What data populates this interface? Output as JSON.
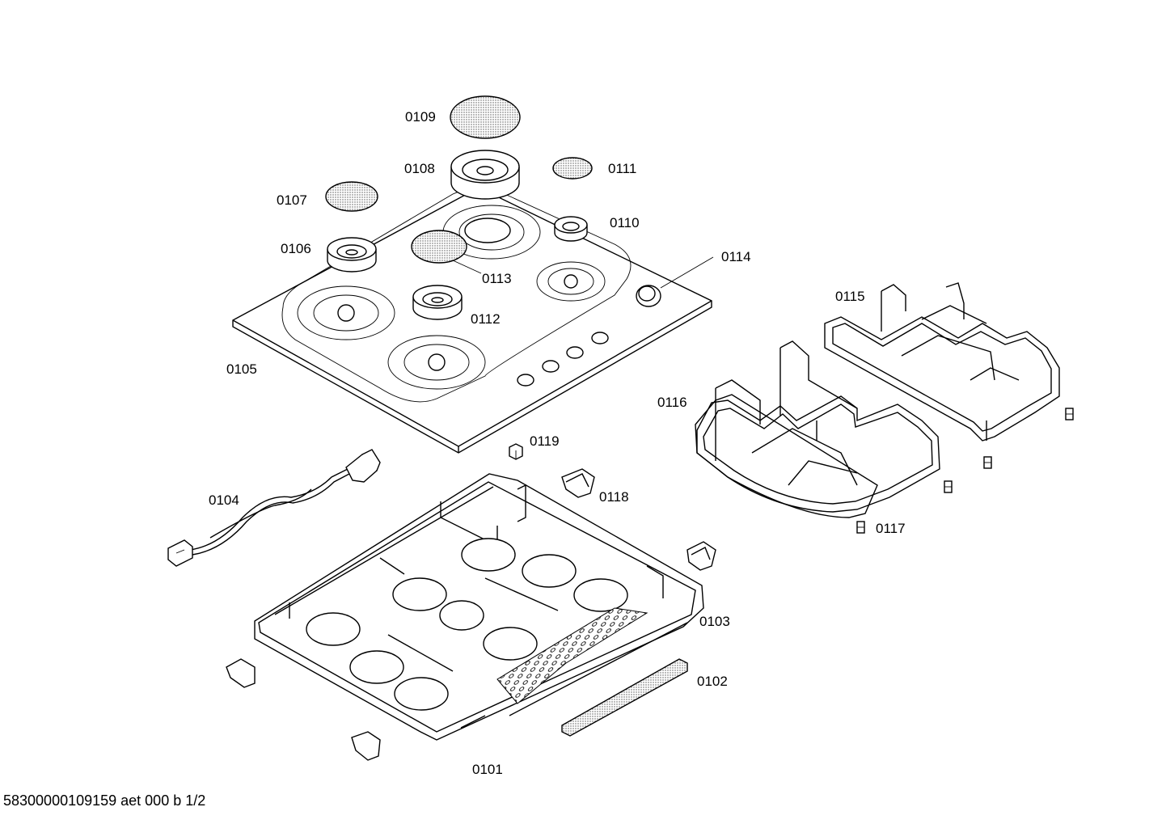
{
  "labels": {
    "p0101": "0101",
    "p0102": "0102",
    "p0103": "0103",
    "p0104": "0104",
    "p0105": "0105",
    "p0106": "0106",
    "p0107": "0107",
    "p0108": "0108",
    "p0109": "0109",
    "p0110": "0110",
    "p0111": "0111",
    "p0112": "0112",
    "p0113": "0113",
    "p0114": "0114",
    "p0115": "0115",
    "p0116": "0116",
    "p0117": "0117",
    "p0118": "0118",
    "p0119": "0119"
  },
  "footer": "58300000109159 aet 000 b 1/2"
}
